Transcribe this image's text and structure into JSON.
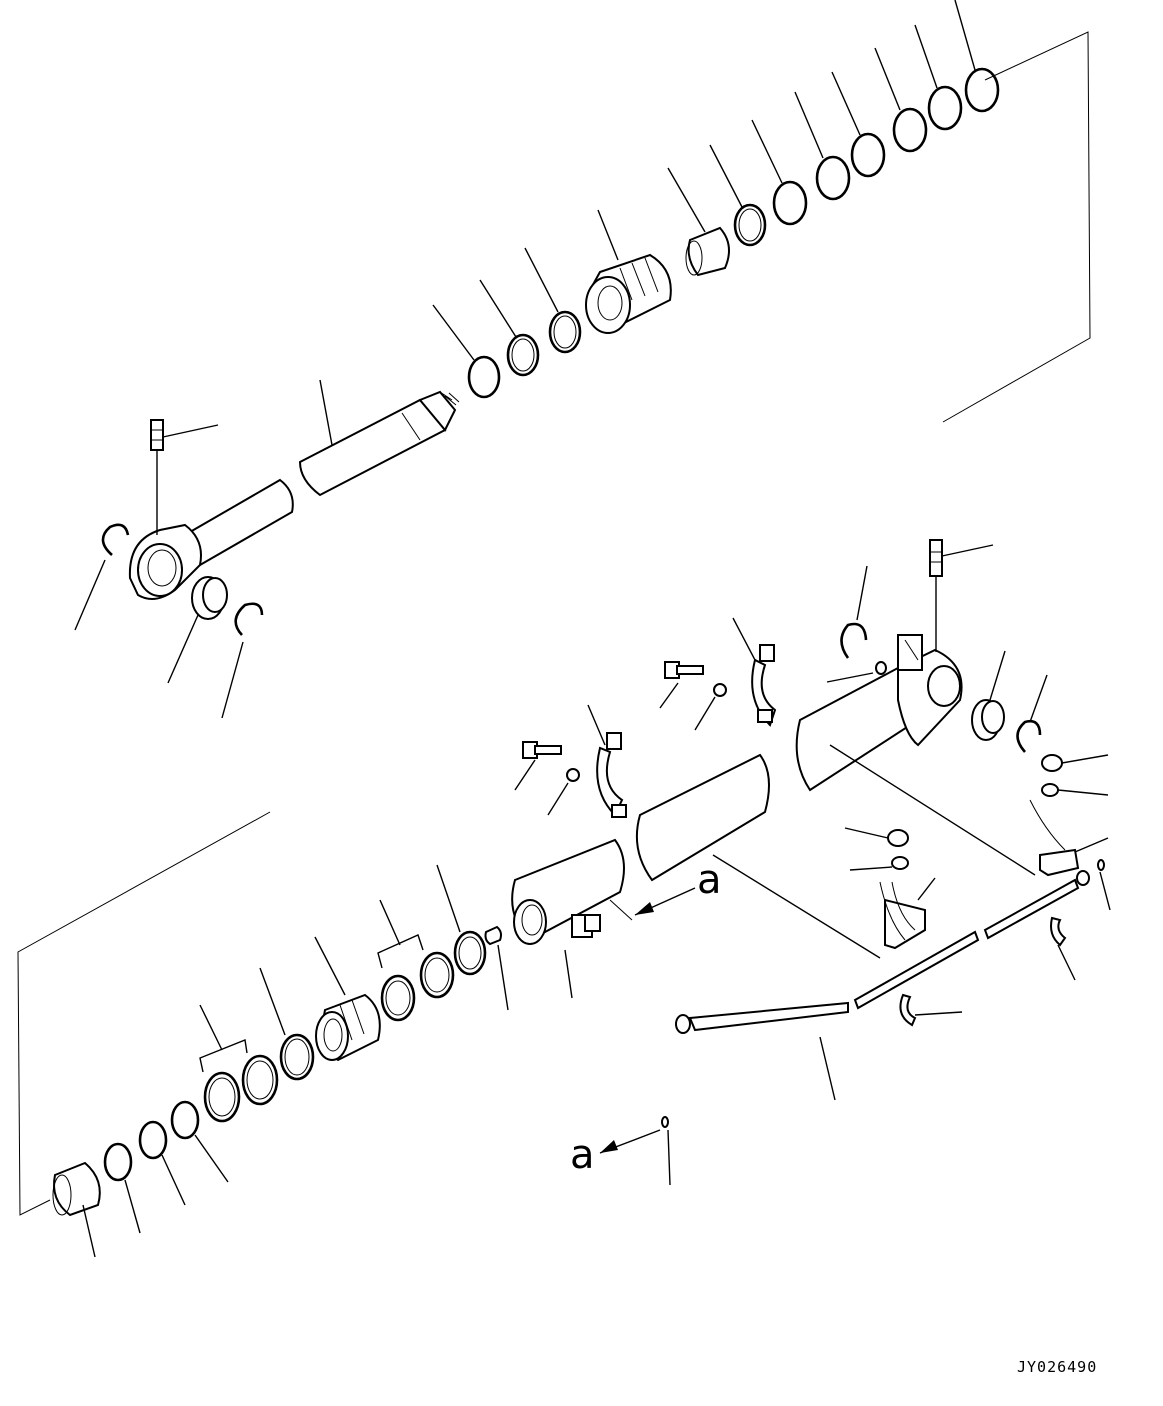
{
  "diagram": {
    "callout_letter_upper": "a",
    "callout_letter_lower": "a",
    "drawing_code": "JY026490"
  },
  "colors": {
    "line": "#000000",
    "background": "#ffffff"
  }
}
